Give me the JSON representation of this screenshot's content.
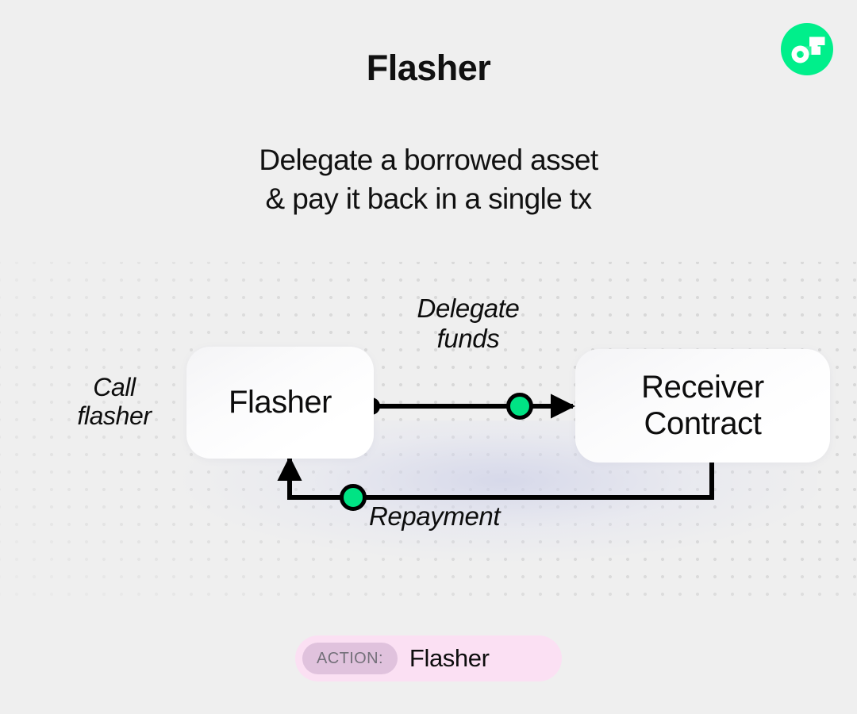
{
  "header": {
    "title": "Flasher",
    "subtitle_line1": "Delegate a borrowed asset",
    "subtitle_line2": "& pay it back in a single tx",
    "logo_name": "flow-logo-icon"
  },
  "diagram": {
    "nodes": [
      {
        "id": "flasher",
        "label": "Flasher"
      },
      {
        "id": "receiver",
        "label": "Receiver\nContract"
      }
    ],
    "labels": {
      "call": "Call\nflasher",
      "delegate": "Delegate\nfunds",
      "repayment": "Repayment"
    }
  },
  "action": {
    "chip_label": "ACTION:",
    "value": "Flasher"
  },
  "colors": {
    "background": "#efefef",
    "brand_green": "#00ef8b",
    "node_green": "#00e384",
    "edge_black": "#000000",
    "badge_outer": "#fbe0f3",
    "badge_inner": "#e0c2dd",
    "badge_chip_text": "#74707a",
    "dot_grid": "#d6d6d6",
    "text": "#0d0d0d"
  }
}
